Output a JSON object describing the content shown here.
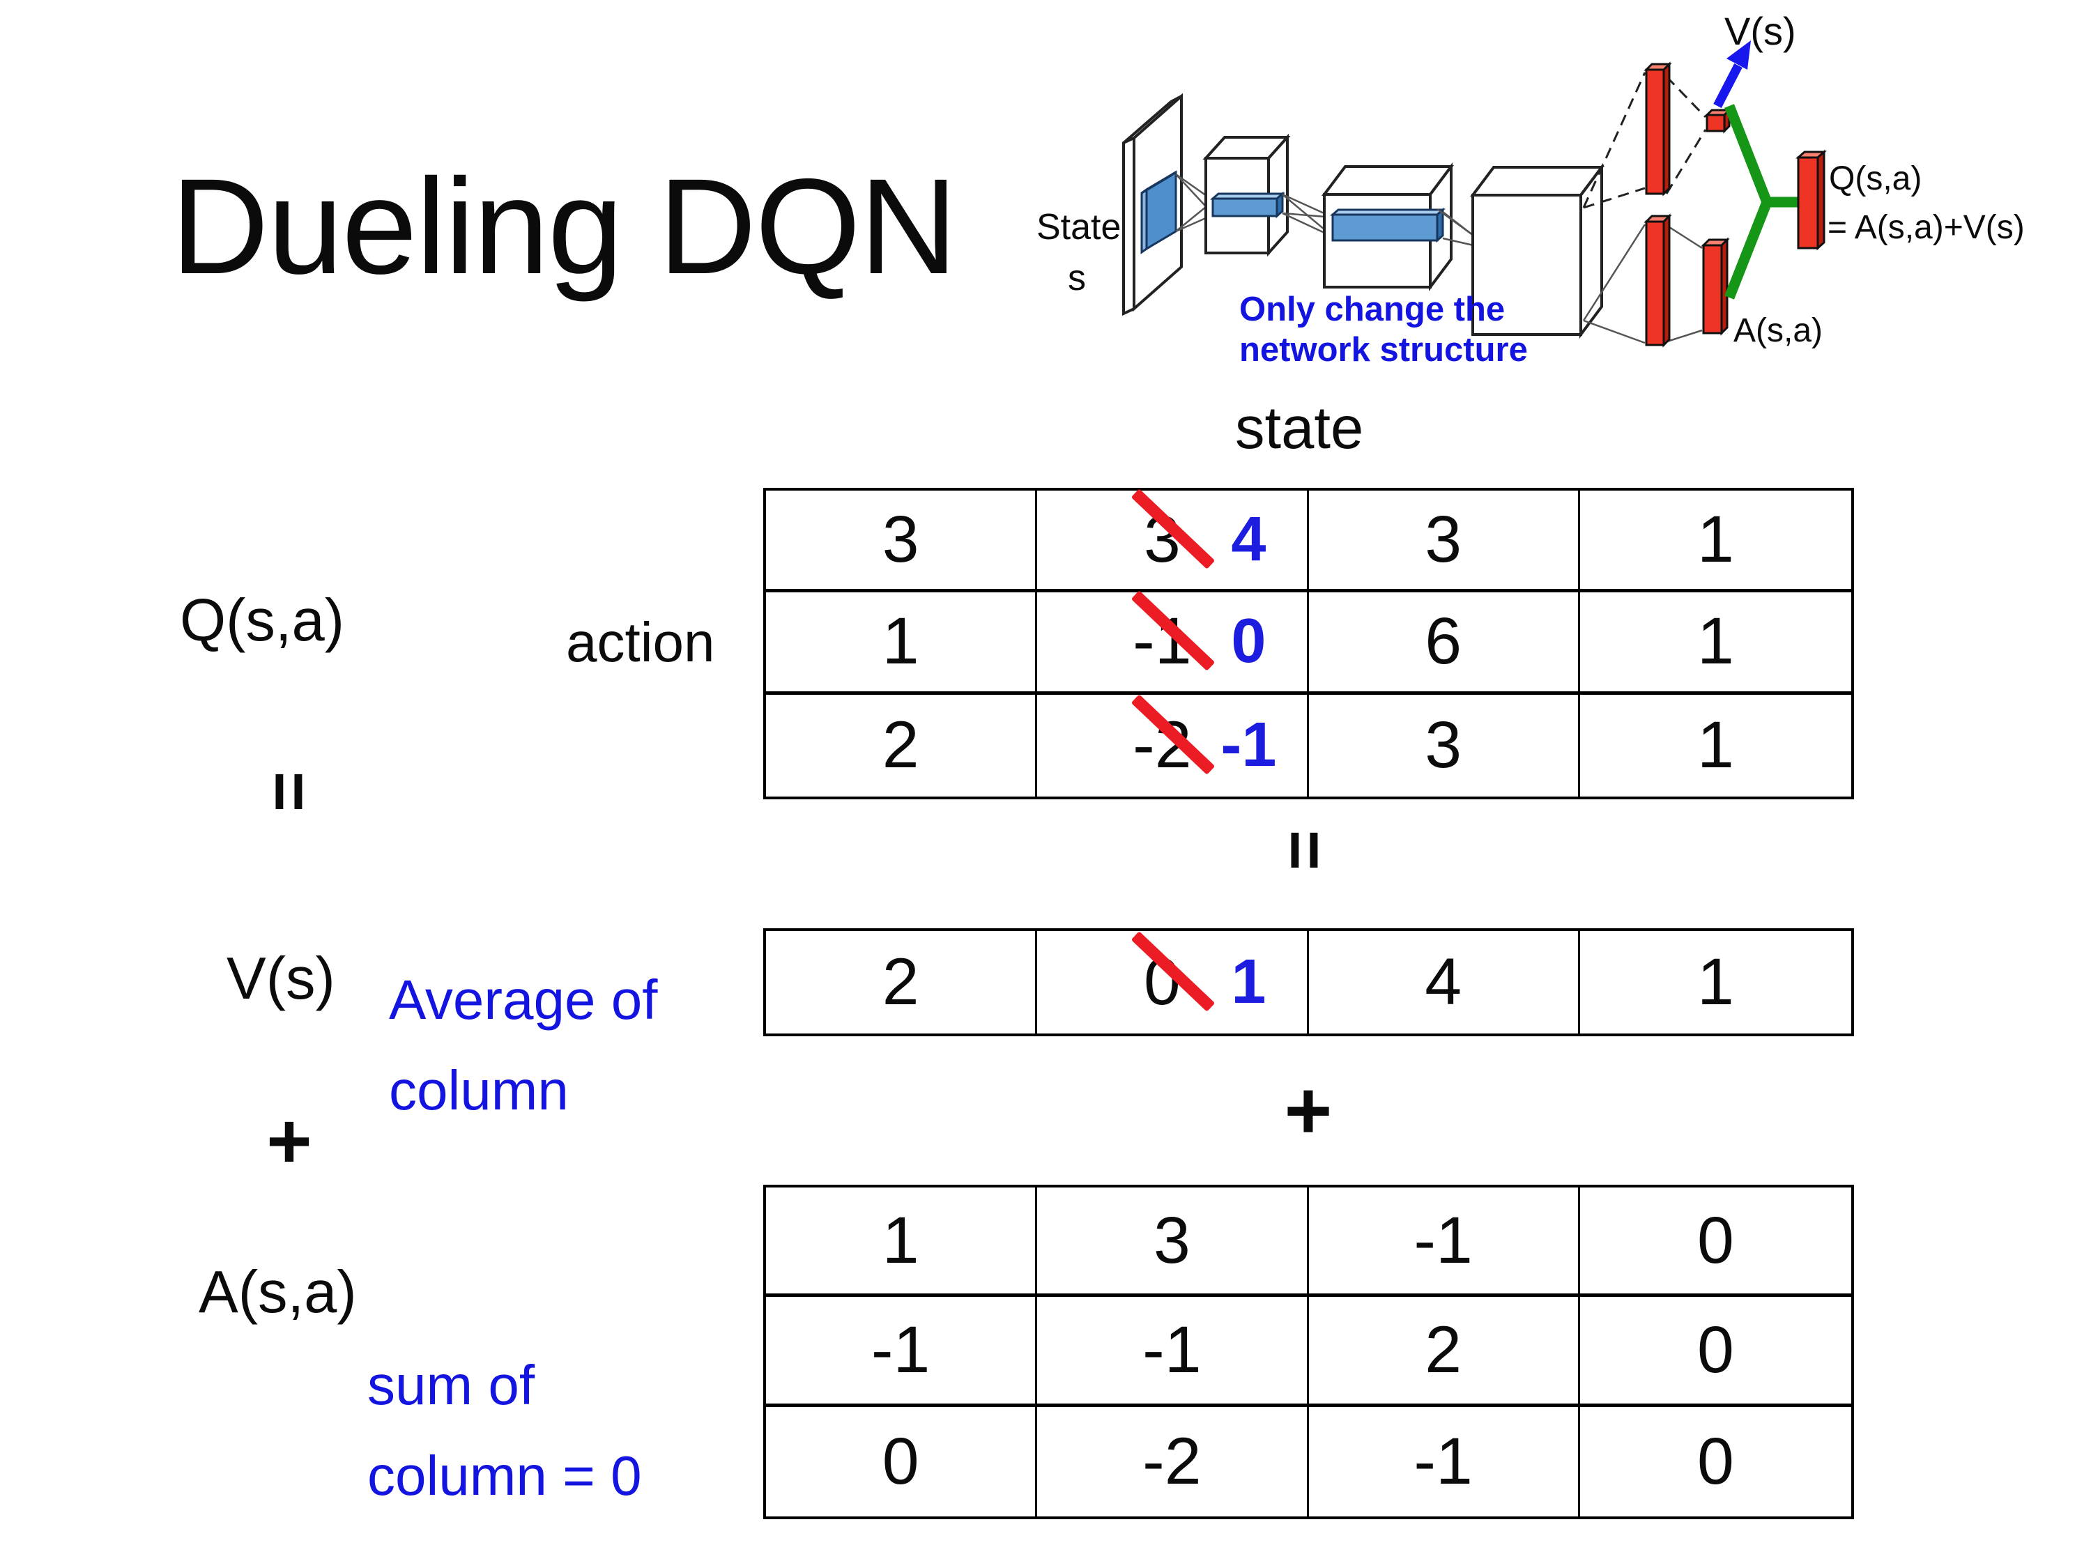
{
  "title": "Dueling DQN",
  "diagram": {
    "state_word": "State",
    "state_letter": "s",
    "note_line1": "Only change the",
    "note_line2": "network structure",
    "v_out_label": "V(s)",
    "q_out_label": "Q(s,a)",
    "q_out_formula": "= A(s,a)+V(s)",
    "a_out_label": "A(s,a)",
    "colors": {
      "bar_red": "#ee3424",
      "bar_red_side": "#b71c0c",
      "bar_red_top": "#f8826f",
      "box_blue": "#4e8fcc",
      "box_blue_light": "#8ab6e2",
      "green": "#169616",
      "arrow_blue": "#1717ee"
    }
  },
  "equation": {
    "q_label": "Q(s,a)",
    "equals": "=",
    "v_label": "V(s)",
    "plus": "+",
    "a_label": "A(s,a)",
    "avg_note_line1": "Average of",
    "avg_note_line2": "column",
    "sum_note_line1": "sum of",
    "sum_note_line2": "column = 0"
  },
  "q_table": {
    "state_header": "state",
    "action_header": "action",
    "center_equals": "=",
    "center_plus": "+",
    "rows": [
      {
        "c1": "3",
        "old": "3",
        "new": "4",
        "c3": "3",
        "c4": "1"
      },
      {
        "c1": "1",
        "old": "-1",
        "new": "0",
        "c3": "6",
        "c4": "1"
      },
      {
        "c1": "2",
        "old": "-2",
        "new": "-1",
        "c3": "3",
        "c4": "1"
      }
    ]
  },
  "v_table": {
    "row": {
      "c1": "2",
      "old": "0",
      "new": "1",
      "c3": "4",
      "c4": "1"
    }
  },
  "a_table": {
    "rows": [
      [
        "1",
        "3",
        "-1",
        "0"
      ],
      [
        "-1",
        "-1",
        "2",
        "0"
      ],
      [
        "0",
        "-2",
        "-1",
        "0"
      ]
    ]
  }
}
